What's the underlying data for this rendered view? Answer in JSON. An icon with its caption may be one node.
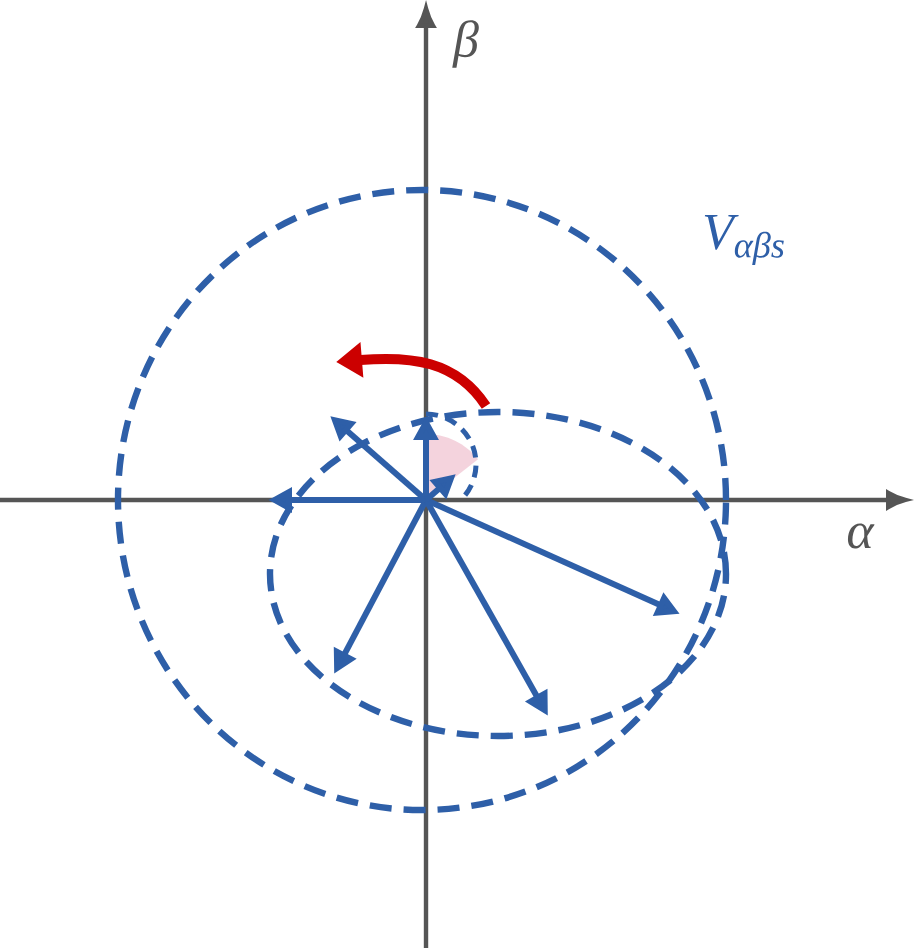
{
  "diagram": {
    "labels": [
      "β",
      "V$_{αβs}$",
      "α"
    ]
  }
}
